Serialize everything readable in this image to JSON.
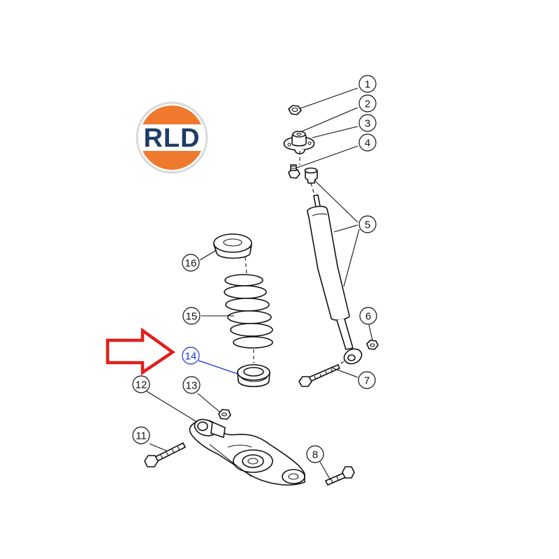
{
  "logo": {
    "text": "RLD",
    "colors": {
      "orange": "#ef7a2e",
      "navy": "#1f3d66",
      "ring": "#d9d9d9"
    }
  },
  "colors": {
    "line": "#111111",
    "highlight": "#1a33cc",
    "arrow": "#e0201b"
  },
  "highlighted_part": "14",
  "callouts": [
    {
      "id": "c1",
      "label": "1"
    },
    {
      "id": "c2",
      "label": "2"
    },
    {
      "id": "c3",
      "label": "3"
    },
    {
      "id": "c4",
      "label": "4"
    },
    {
      "id": "c5",
      "label": "5"
    },
    {
      "id": "c6",
      "label": "6"
    },
    {
      "id": "c7",
      "label": "7"
    },
    {
      "id": "c8",
      "label": "8"
    },
    {
      "id": "c11",
      "label": "11"
    },
    {
      "id": "c12",
      "label": "12"
    },
    {
      "id": "c13",
      "label": "13"
    },
    {
      "id": "c14",
      "label": "14"
    },
    {
      "id": "c15",
      "label": "15"
    },
    {
      "id": "c16",
      "label": "16"
    }
  ]
}
